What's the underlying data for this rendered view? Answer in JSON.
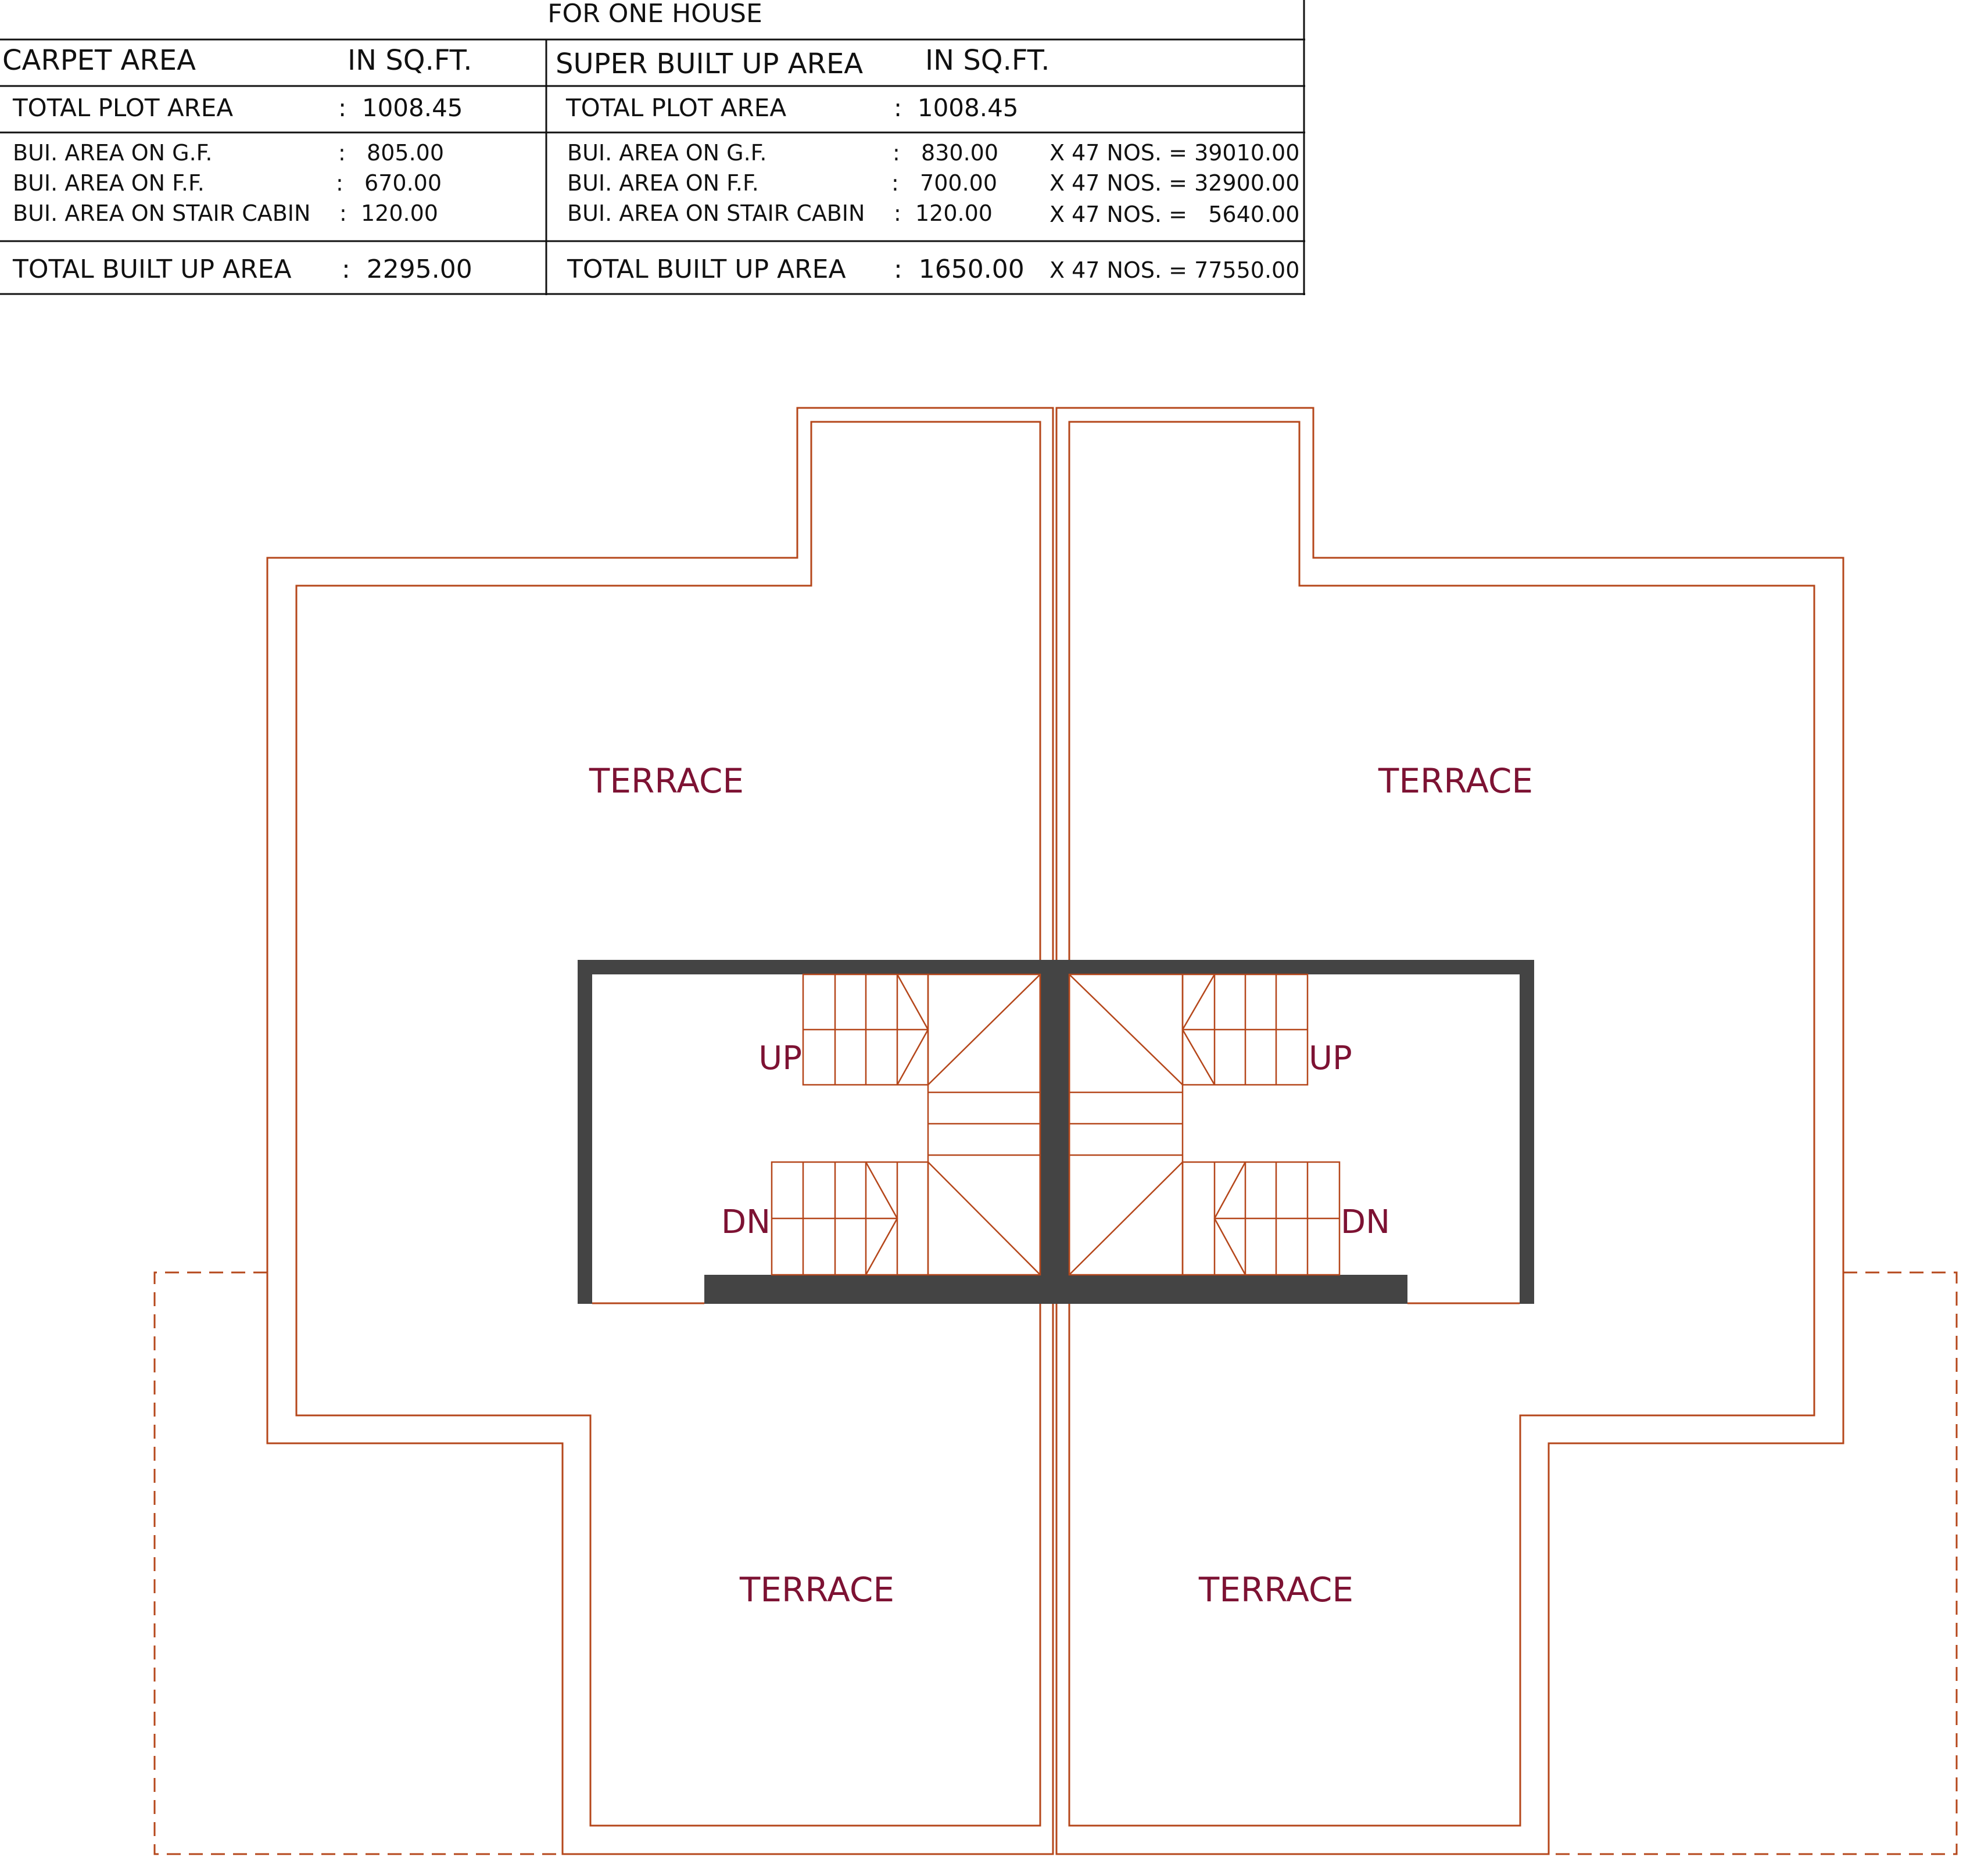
{
  "table": {
    "caption": "FOR ONE HOUSE",
    "left": {
      "heading": "CARPET AREA",
      "unit": "IN SQ.FT.",
      "plot_label": "TOTAL PLOT AREA",
      "plot_value": ":  1008.45",
      "rows": [
        {
          "label": "BUI. AREA ON G.F.",
          "value": ":   805.00"
        },
        {
          "label": "BUI. AREA ON F.F.",
          "value": ":   670.00"
        },
        {
          "label": "BUI. AREA ON STAIR CABIN",
          "value": ":  120.00"
        }
      ],
      "total_label": "TOTAL BUILT UP AREA",
      "total_value": ":  2295.00"
    },
    "right": {
      "heading": "SUPER BUILT UP AREA",
      "unit": "IN SQ.FT.",
      "plot_label": "TOTAL PLOT AREA",
      "plot_value": ":  1008.45",
      "rows": [
        {
          "label": "BUI. AREA ON G.F.",
          "value": ":   830.00",
          "multiplied": "X 47 NOS. = 39010.00"
        },
        {
          "label": "BUI. AREA ON F.F.",
          "value": ":   700.00",
          "multiplied": "X 47 NOS. = 32900.00"
        },
        {
          "label": "BUI. AREA ON STAIR CABIN",
          "value": ":  120.00",
          "multiplied": "X 47 NOS. =   5640.00"
        }
      ],
      "total_label": "TOTAL BUILT UP AREA",
      "total_value": ":  1650.00",
      "total_multiplied": "X 47 NOS. = 77550.00"
    }
  },
  "plan": {
    "labels": {
      "terrace_top_left": "TERRACE",
      "terrace_top_right": "TERRACE",
      "terrace_bottom_left": "TERRACE",
      "terrace_bottom_right": "TERRACE",
      "up_left": "UP",
      "up_right": "UP",
      "dn_left": "DN",
      "dn_right": "DN"
    },
    "colors": {
      "wall": "#b5471b",
      "label": "#7d1233",
      "stair_cabin_wall": "#444444"
    }
  }
}
